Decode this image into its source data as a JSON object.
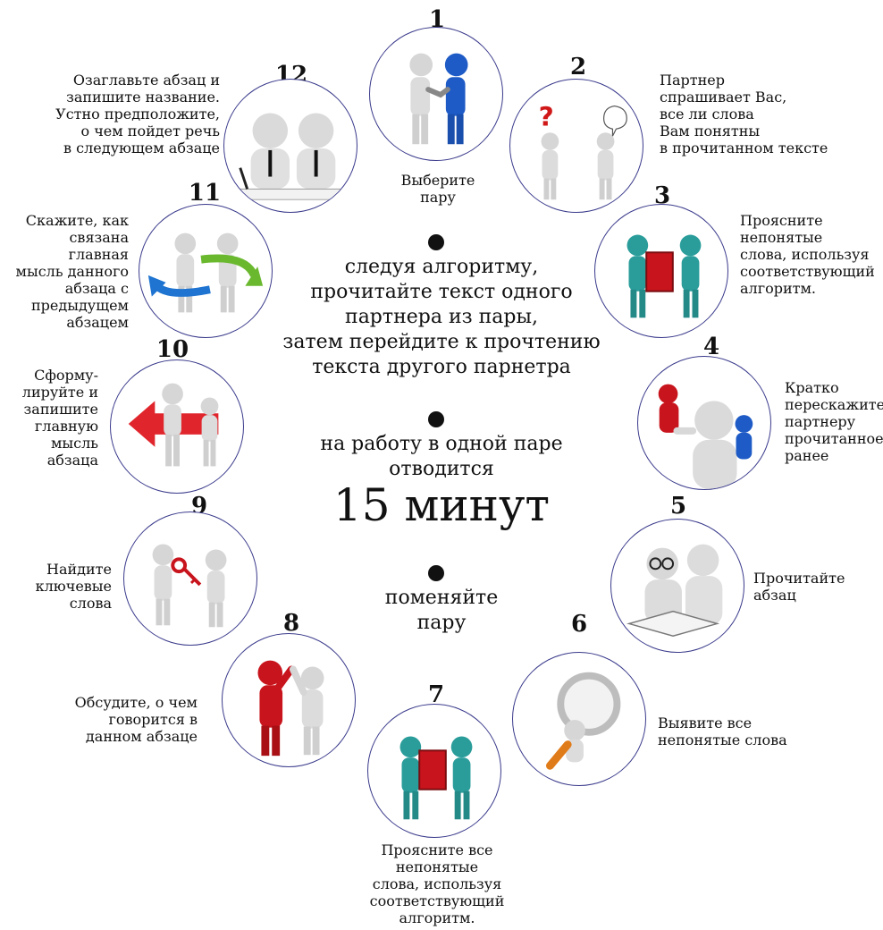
{
  "steps": [
    {
      "num": "1",
      "caption": "Выберите\nпару"
    },
    {
      "num": "2",
      "caption": "Партнер\nспрашивает Вас,\nвсе ли слова\nВам понятны\nв прочитанном тексте"
    },
    {
      "num": "3",
      "caption": "Проясните\nнепонятые\nслова, используя\nсоответствующий\nалгоритм."
    },
    {
      "num": "4",
      "caption": "Кратко\nперескажите\nпартнеру\nпрочитанное\nранее"
    },
    {
      "num": "5",
      "caption": "Прочитайте\nабзац"
    },
    {
      "num": "6",
      "caption": "Выявите все\nнепонятые слова"
    },
    {
      "num": "7",
      "caption": "Проясните все\nнепонятые\nслова, используя\nсоответствующий\nалгоритм."
    },
    {
      "num": "8",
      "caption": "Обсудите, о чем\nговорится в\nданном абзаце"
    },
    {
      "num": "9",
      "caption": "Найдите\nключевые\nслова"
    },
    {
      "num": "10",
      "caption": "Сформу-\nлируйте и\nзапишите\nглавную\nмысль\nабзаца"
    },
    {
      "num": "11",
      "caption": "Скажите, как\nсвязана главная\nмысль данного\nабзаца с\nпредыдущем\nабзацем"
    },
    {
      "num": "12",
      "caption": "Озаглавьте абзац и\nзапишите название.\nУстно предположите,\nо чем пойдет речь\nв следующем абзаце"
    }
  ],
  "center": {
    "text1": "следуя алгоритму,\nпрочитайте текст одного\nпартнера из пары,\nзатем перейдите к прочтению\nтекста другого парнетра",
    "text2": "на работу в одной паре\nотводится",
    "time": "15 минут",
    "text3": "поменяйте\nпару"
  },
  "icons": [
    "handshake-icon",
    "question-icon",
    "book-explain-icon",
    "puppet-icon",
    "reading-glasses-icon",
    "magnifier-icon",
    "book-explain-icon",
    "high-five-icon",
    "key-icon",
    "arrow-carry-icon",
    "cycle-arrows-icon",
    "meeting-icon"
  ],
  "colors": {
    "border": "#3a3a8c",
    "figure": "#d8d8d8",
    "blue": "#1e5bc6",
    "red": "#c8141c",
    "teal": "#2a9d9b",
    "green": "#6ab82e",
    "orange": "#e07b1a"
  }
}
